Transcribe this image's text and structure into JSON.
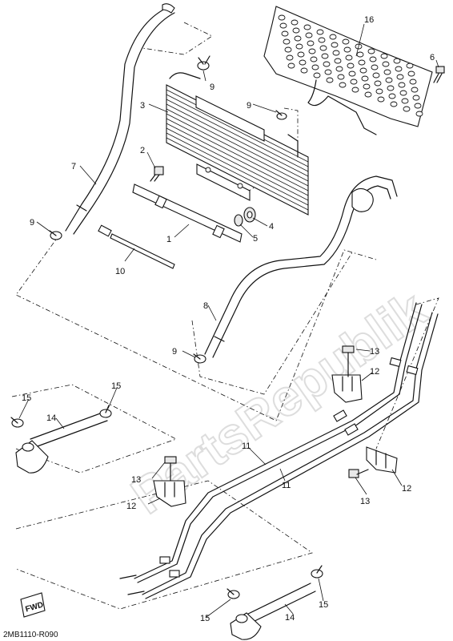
{
  "diagram": {
    "watermark": "PartsRepublik",
    "drawing_code": "2MB1110-R090",
    "fwd_badge": "FWD",
    "callouts": [
      "1",
      "2",
      "3",
      "4",
      "5",
      "6",
      "7",
      "8",
      "9",
      "9",
      "9",
      "9",
      "10",
      "11",
      "11",
      "12",
      "12",
      "12",
      "13",
      "13",
      "13",
      "14",
      "14",
      "15",
      "15",
      "15",
      "15",
      "16"
    ]
  }
}
